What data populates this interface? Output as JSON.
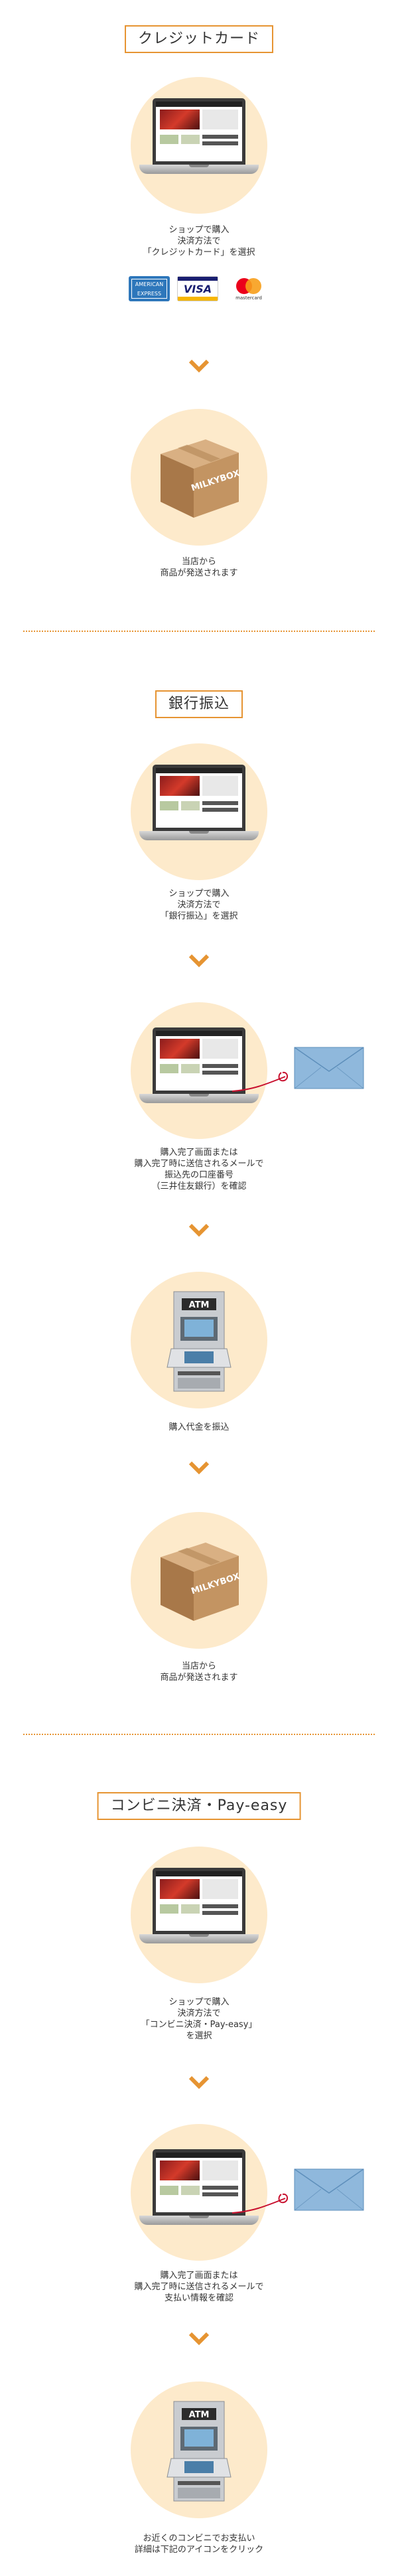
{
  "credit": {
    "title": "クレジットカード",
    "step1": [
      "ショップで購入",
      "決済方法で",
      "「クレジットカード」を選択"
    ],
    "cards": {
      "amex": "AMERICAN EXPRESS",
      "visa": "VISA",
      "mastercard": "mastercard"
    },
    "step2": [
      "当店から",
      "商品が発送されます"
    ]
  },
  "bank": {
    "title": "銀行振込",
    "step1": [
      "ショップで購入",
      "決済方法で",
      "「銀行振込」を選択"
    ],
    "step2": [
      "購入完了画面または",
      "購入完了時に送信されるメールで",
      "振込先の口座番号",
      "（三井住友銀行）を確認"
    ],
    "step3": [
      "購入代金を振込"
    ],
    "step4": [
      "当店から",
      "商品が発送されます"
    ]
  },
  "convenience": {
    "title": "コンビニ決済・Pay-easy",
    "step1": [
      "ショップで購入",
      "決済方法で",
      "「コンビニ決済・Pay-easy」",
      "を選択"
    ],
    "step2": [
      "購入完了画面または",
      "購入完了時に送信されるメールで",
      "支払い情報を確認"
    ],
    "step3": [
      "お近くのコンビニでお支払い",
      "詳細は下記のアイコンをクリック"
    ]
  },
  "box_label": "MILKYBOX",
  "atm_label": "ATM",
  "colors": {
    "accent": "#e69432",
    "circle": "#fdeacb"
  }
}
